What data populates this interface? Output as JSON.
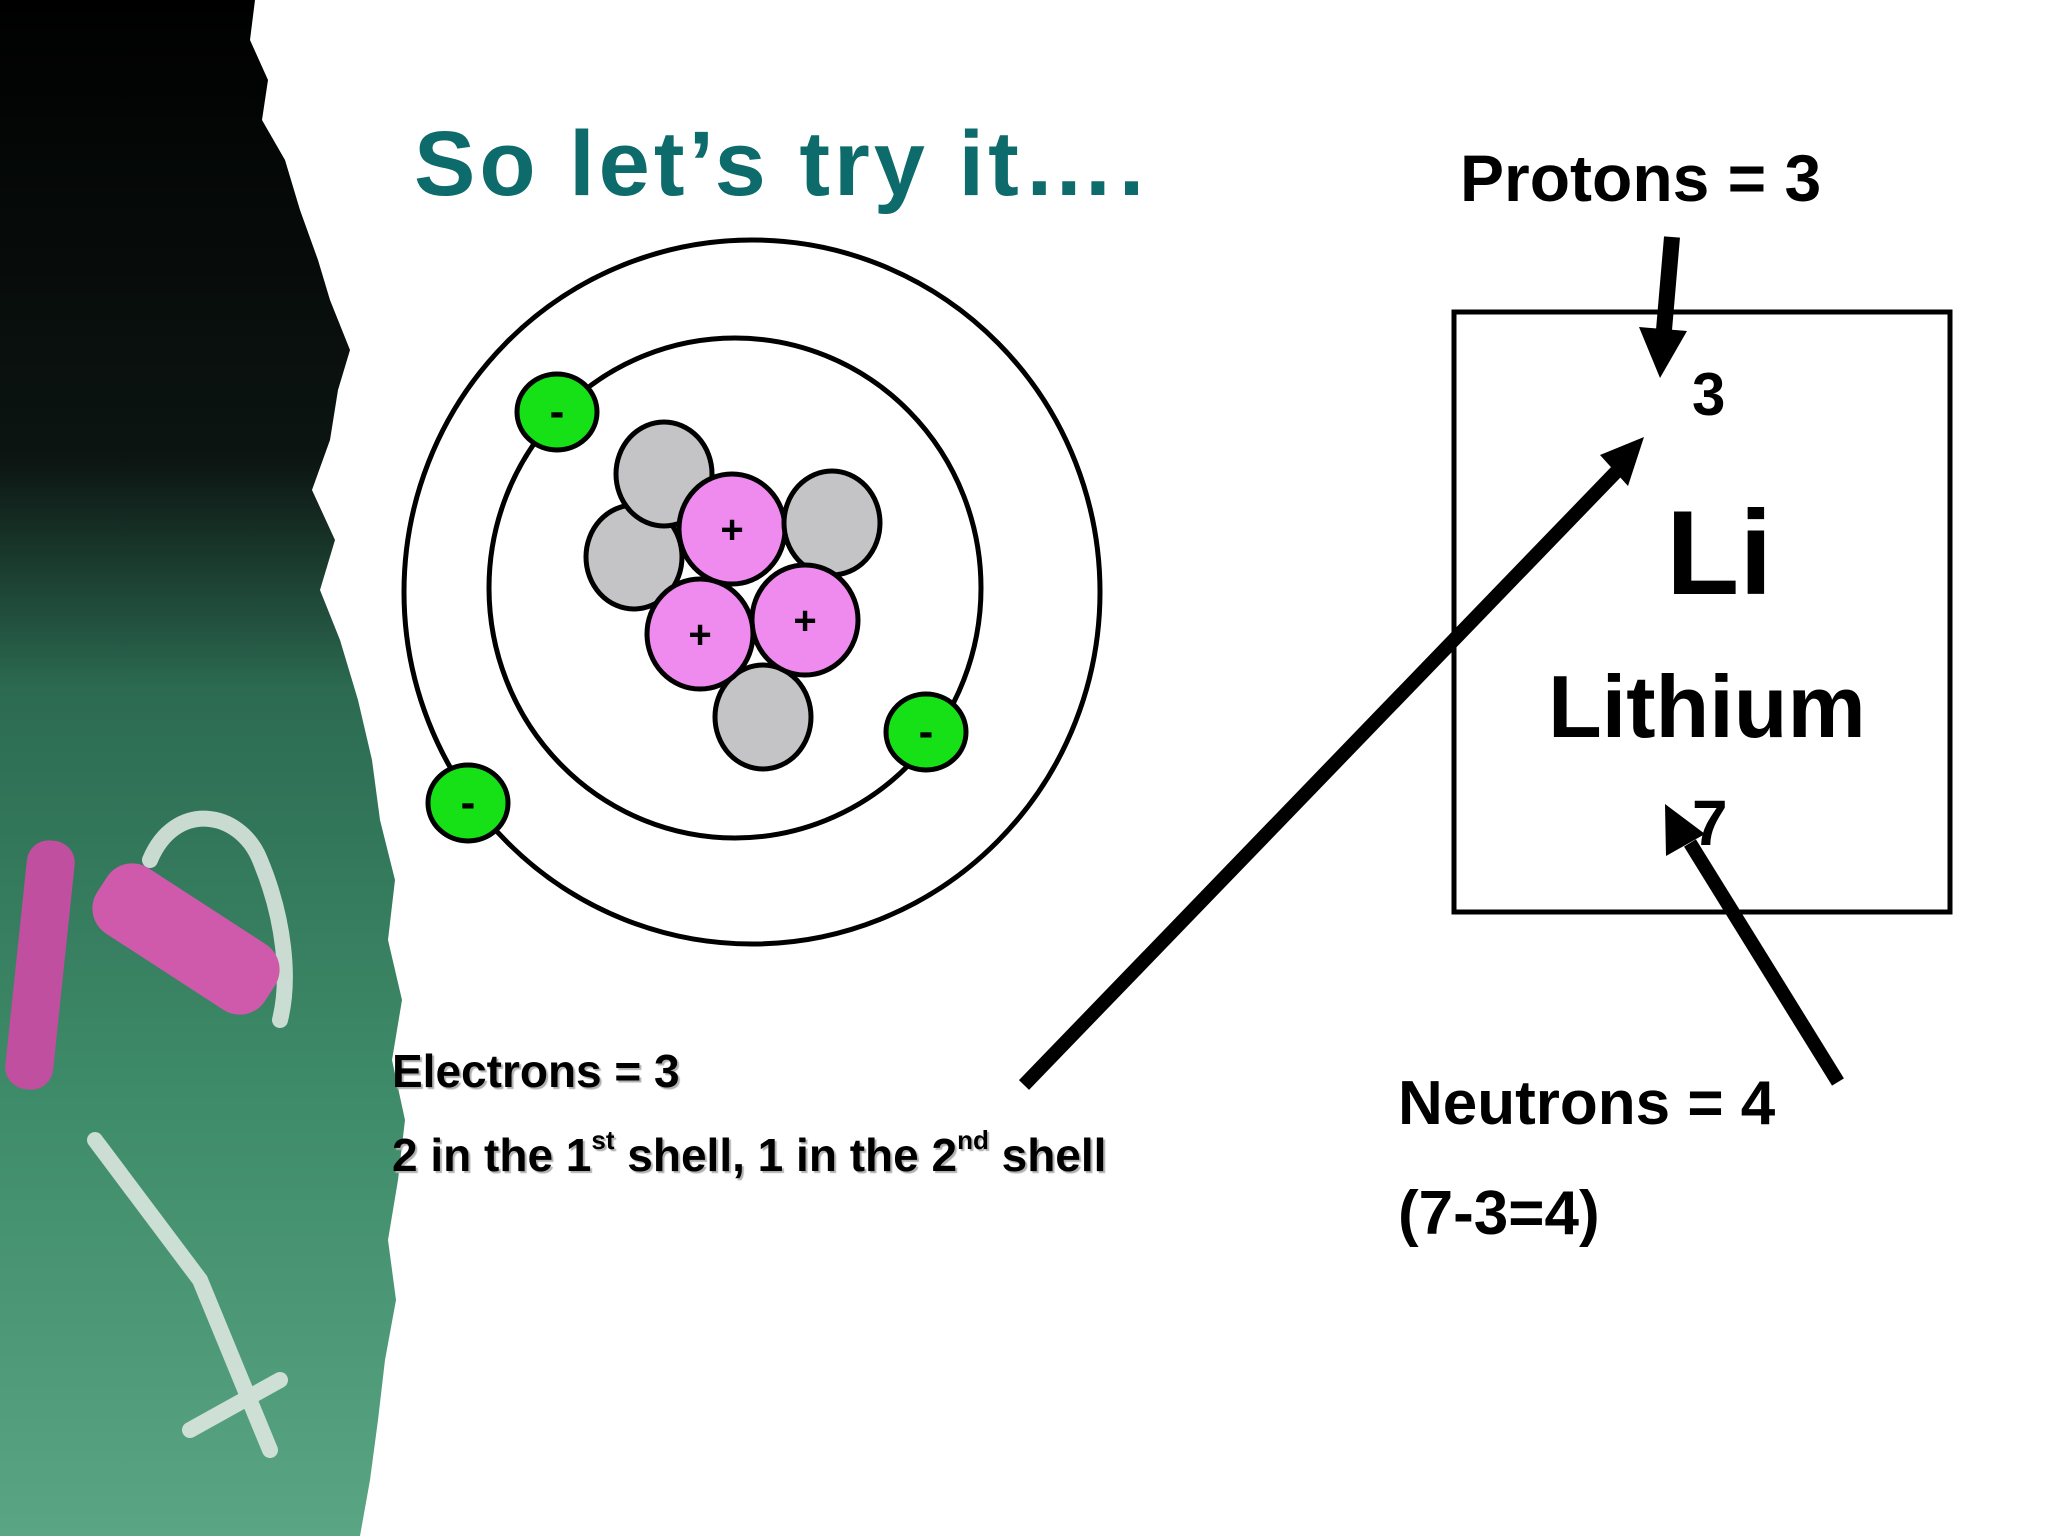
{
  "title": "So let’s try it….",
  "colors": {
    "title": "#0e6b6b",
    "proton": "#ef8aef",
    "neutron": "#c4c4c6",
    "electron": "#16e016",
    "chalkboard": "#2f7d5c",
    "chalk": "#c85aa6"
  },
  "atom": {
    "protons": [
      {
        "sign": "+"
      },
      {
        "sign": "+"
      },
      {
        "sign": "+"
      }
    ],
    "neutrons": 4,
    "electrons": [
      {
        "sign": "-",
        "shell": 1
      },
      {
        "sign": "-",
        "shell": 1
      },
      {
        "sign": "-",
        "shell": 2
      }
    ]
  },
  "protons_label": "Protons = 3",
  "electrons_label": "Electrons = 3",
  "shells_text": {
    "part1": "2 in the 1",
    "sup1": "st",
    "part2": " shell, 1 in the 2",
    "sup2": "nd",
    "part3": " shell"
  },
  "neutrons_label": "Neutrons = 4",
  "neutron_calc": "(7-3=4)",
  "element": {
    "atomic_number": "3",
    "symbol": "Li",
    "name": "Lithium",
    "mass_number": "7"
  }
}
